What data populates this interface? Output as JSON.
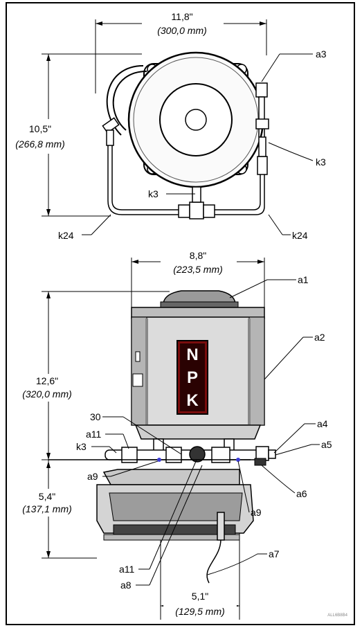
{
  "top_view": {
    "width_in": "11,8\"",
    "width_mm": "(300,0 mm)",
    "height_in": "10,5\"",
    "height_mm": "(266,8 mm)",
    "labels": {
      "a3": "a3",
      "k3_right": "k3",
      "k3_center": "k3",
      "k24_left": "k24",
      "k24_right": "k24"
    }
  },
  "front_view": {
    "width_in": "8,8\"",
    "width_mm": "(223,5 mm)",
    "height_in": "12,6\"",
    "height_mm": "(320,0 mm)",
    "base_height_in": "5,4\"",
    "base_height_mm": "(137,1 mm)",
    "base_width_in": "5,1\"",
    "base_width_mm": "(129,5 mm)",
    "logo_letters": [
      "N",
      "P",
      "K"
    ],
    "labels": {
      "a1": "a1",
      "a2": "a2",
      "n30": "30",
      "a11_top": "a11",
      "k3": "k3",
      "a4": "a4",
      "a5": "a5",
      "a6": "a6",
      "a9_left": "a9",
      "a9_right": "a9",
      "a7": "a7",
      "a11_bottom": "a11",
      "a8": "a8"
    }
  },
  "footer_code": "ALL6B8B4"
}
